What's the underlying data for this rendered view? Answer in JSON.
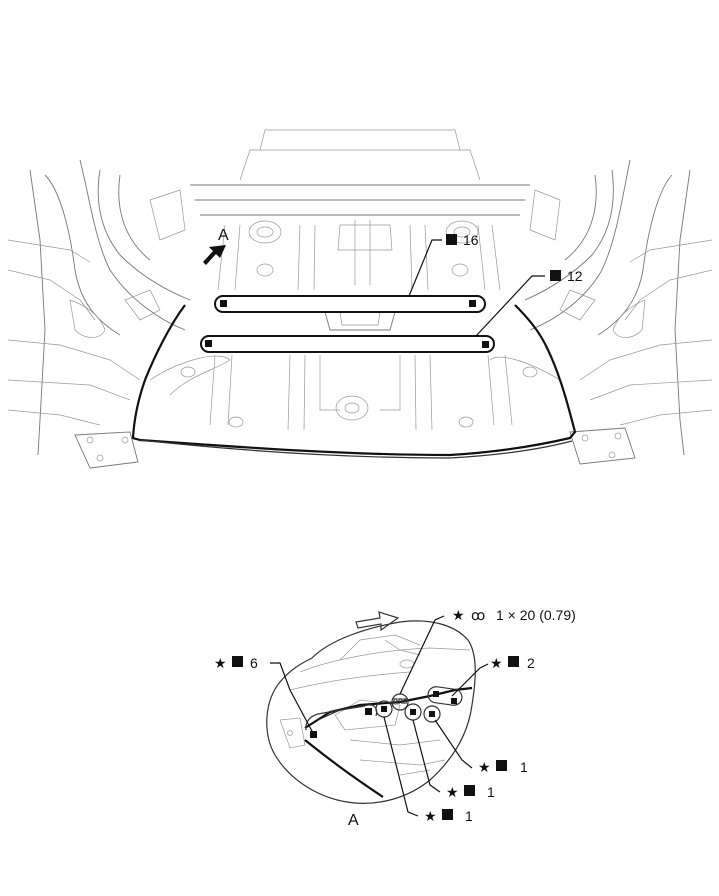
{
  "labels": {
    "view_a_arrow": "A",
    "view_a_caption": "A",
    "main_callout_top": "16",
    "main_callout_bottom": "12",
    "detail_callout_seal": "1 × 20 (0.79)",
    "detail_callout_left": "6",
    "detail_callout_right": "2",
    "detail_callout_lower_right": "1",
    "detail_callout_lower_mid": "1",
    "detail_callout_lower_left": "1"
  },
  "symbols": {
    "star": "★",
    "square": "■",
    "seal_icon": "ꝏ"
  }
}
